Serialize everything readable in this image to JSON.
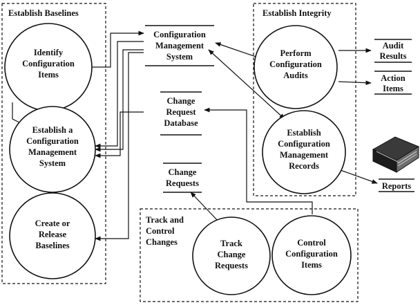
{
  "groups": {
    "baselines": "Establish Baselines",
    "integrity": "Establish Integrity",
    "track": [
      "Track and",
      "Control",
      "Changes"
    ]
  },
  "processes": {
    "identify": [
      "Identify",
      "Configuration",
      "Items"
    ],
    "establish_cms": [
      "Establish a",
      "Configuration",
      "Management",
      "System"
    ],
    "create": [
      "Create or",
      "Release",
      "Baselines"
    ],
    "audits": [
      "Perform",
      "Configuration",
      "Audits"
    ],
    "records": [
      "Establish",
      "Configuration",
      "Management",
      "Records"
    ],
    "track_req": [
      "Track",
      "Change",
      "Requests"
    ],
    "control": [
      "Control",
      "Configuration",
      "Items"
    ]
  },
  "stores": {
    "cms": [
      "Configuration",
      "Management",
      "System"
    ],
    "crdb": [
      "Change",
      "Request",
      "Database"
    ],
    "requests": [
      "Change",
      "Requests"
    ]
  },
  "outputs": {
    "audit_results": [
      "Audit",
      "Results"
    ],
    "action_items": [
      "Action",
      "Items"
    ],
    "reports": [
      "Reports"
    ]
  },
  "icons": [
    "binder-book-icon"
  ]
}
